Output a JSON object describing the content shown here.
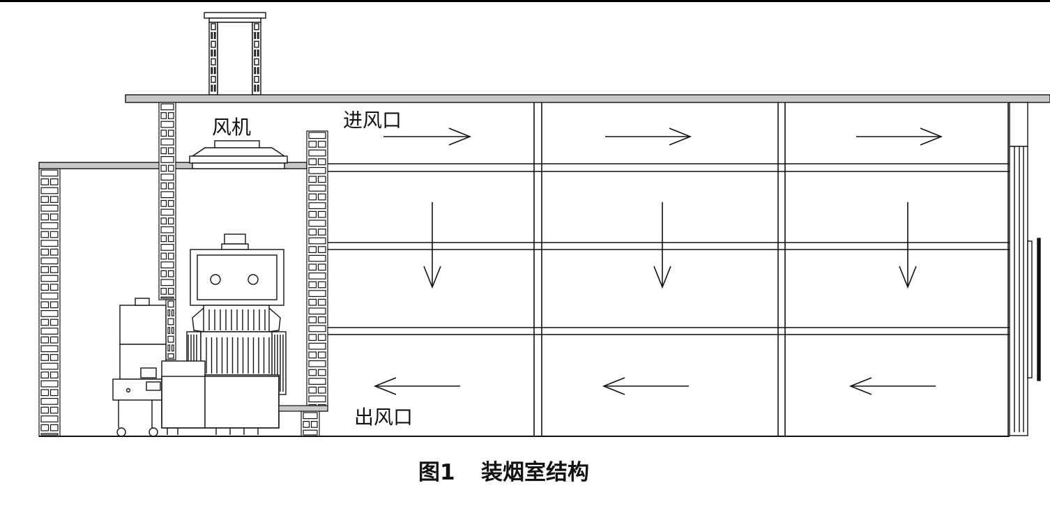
{
  "labels": {
    "fan": "风机",
    "air_inlet": "进风口",
    "air_outlet": "出风口"
  },
  "caption": {
    "number": "图1",
    "title": "装烟室结构"
  },
  "colors": {
    "line": "#111111",
    "roof": "#c8c8c8",
    "background": "#ffffff"
  }
}
